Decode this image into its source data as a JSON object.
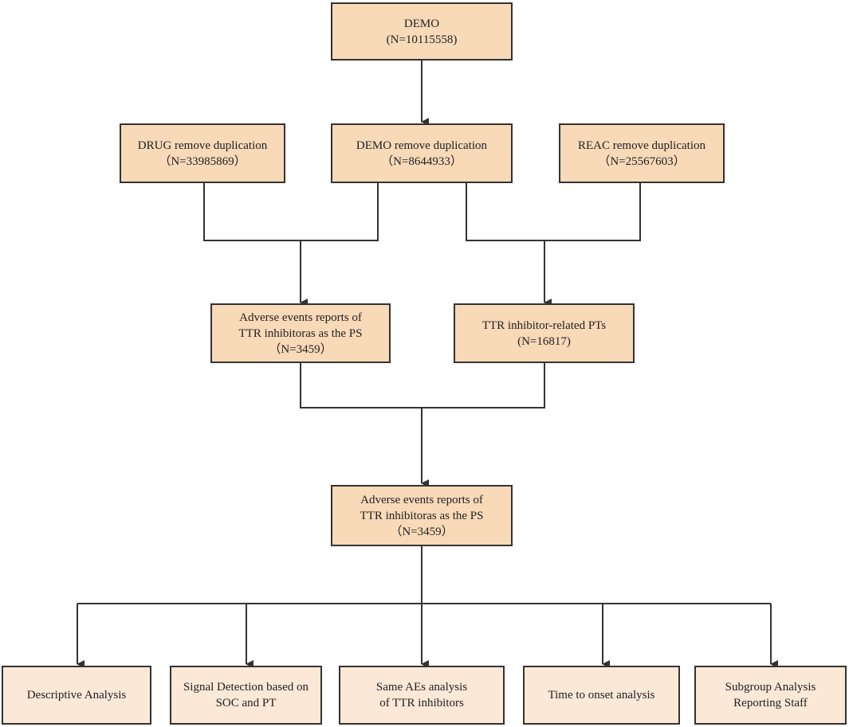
{
  "diagram": {
    "colors": {
      "box_fill": "#f8d9b8",
      "leaf_fill": "#fbe8d6",
      "stroke": "#333333"
    },
    "nodes": {
      "demo": {
        "line1": "DEMO",
        "line2": "(N=10115558)"
      },
      "drug_dedup": {
        "line1": "DRUG remove duplication",
        "line2": "（N=33985869）"
      },
      "demo_dedup": {
        "line1": "DEMO remove duplication",
        "line2": "（N=8644933）"
      },
      "reac_dedup": {
        "line1": "REAC remove duplication",
        "line2": "（N=25567603）"
      },
      "ae_reports_1": {
        "line1": "Adverse events reports of",
        "line2": "TTR inhibitoras as the PS",
        "line3": "（N=3459）"
      },
      "ttr_pts": {
        "line1": "TTR inhibitor-related PTs",
        "line2": "(N=16817)"
      },
      "ae_reports_2": {
        "line1": "Adverse events reports of",
        "line2": "TTR inhibitoras as the PS",
        "line3": "（N=3459）"
      },
      "descriptive": {
        "line1": "Descriptive Analysis"
      },
      "signal": {
        "line1": "Signal Detection based on",
        "line2": "SOC and PT"
      },
      "same_aes": {
        "line1": "Same AEs analysis",
        "line2": "of TTR inhibitors"
      },
      "onset": {
        "line1": "Time to onset analysis"
      },
      "subgroup": {
        "line1": "Subgroup Analysis",
        "line2": "Reporting Staff"
      }
    }
  }
}
